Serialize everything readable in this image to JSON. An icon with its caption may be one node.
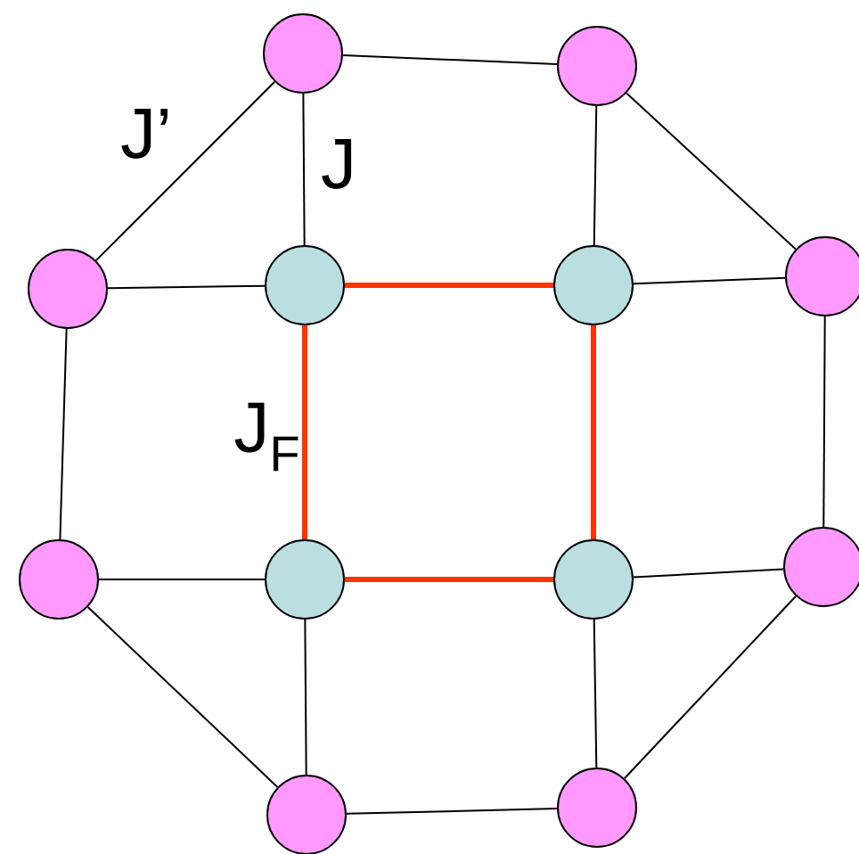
{
  "diagram": {
    "nodes": [
      {
        "text": [],
        "shape": "circle"
      },
      {
        "text": [],
        "shape": "circle"
      },
      {
        "text": [],
        "shape": "circle"
      },
      {
        "text": [],
        "shape": "circle"
      },
      {
        "text": [],
        "shape": "circle"
      },
      {
        "text": [],
        "shape": "circle"
      },
      {
        "text": [],
        "shape": "circle"
      },
      {
        "text": [],
        "shape": "circle"
      },
      {
        "text": [],
        "shape": "circle"
      },
      {
        "text": [],
        "shape": "circle"
      },
      {
        "text": [],
        "shape": "circle"
      },
      {
        "text": [],
        "shape": "circle"
      }
    ],
    "edges": [
      {
        "from": 0,
        "to": 1,
        "arrow": "none"
      },
      {
        "from": 1,
        "to": 5,
        "arrow": "none"
      },
      {
        "from": 5,
        "to": 9,
        "arrow": "none"
      },
      {
        "from": 9,
        "to": 11,
        "arrow": "none"
      },
      {
        "from": 11,
        "to": 10,
        "arrow": "none"
      },
      {
        "from": 10,
        "to": 6,
        "arrow": "none"
      },
      {
        "from": 6,
        "to": 2,
        "arrow": "none"
      },
      {
        "from": 2,
        "to": 0,
        "arrow": "none"
      },
      {
        "from": 0,
        "to": 3,
        "arrow": "none"
      },
      {
        "from": 2,
        "to": 3,
        "arrow": "none"
      },
      {
        "from": 1,
        "to": 4,
        "arrow": "none"
      },
      {
        "from": 5,
        "to": 4,
        "arrow": "none"
      },
      {
        "from": 9,
        "to": 8,
        "arrow": "none"
      },
      {
        "from": 11,
        "to": 8,
        "arrow": "none"
      },
      {
        "from": 10,
        "to": 7,
        "arrow": "none"
      },
      {
        "from": 6,
        "to": 7,
        "arrow": "none"
      },
      {
        "from": 3,
        "to": 4,
        "arrow": "none",
        "style": "thick",
        "color": "#ff3300"
      },
      {
        "from": 4,
        "to": 8,
        "arrow": "none",
        "style": "thick",
        "color": "#ff3300"
      },
      {
        "from": 8,
        "to": 7,
        "arrow": "none",
        "style": "thick",
        "color": "#ff3300"
      },
      {
        "from": 7,
        "to": 3,
        "arrow": "none",
        "style": "thick",
        "color": "#ff3300"
      }
    ],
    "labels": [
      "J’",
      "J",
      "J$_{F}$"
    ]
  }
}
